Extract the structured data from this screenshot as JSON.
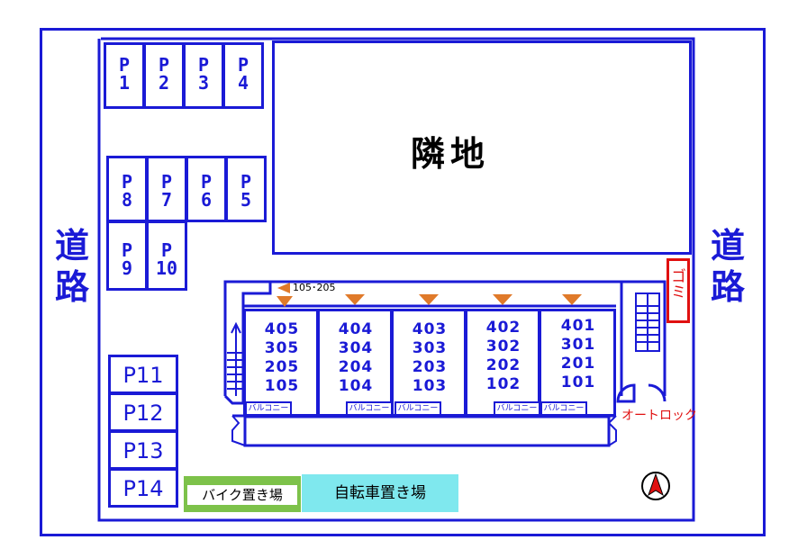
{
  "parking_top": [
    "P\n1",
    "P\n2",
    "P\n3",
    "P\n4"
  ],
  "parking_mid": [
    "P\n8",
    "P\n7",
    "P\n6",
    "P\n5"
  ],
  "parking_low": [
    "P\n9",
    "P\n10"
  ],
  "parking_left": [
    "P11",
    "P12",
    "P13",
    "P14"
  ],
  "neighbor_label": "隣地",
  "road_left": "道\n路",
  "road_right": "道\n路",
  "garbage_label": "ゴミ",
  "entrance_note": "105･205",
  "units": [
    {
      "rooms": "405\n305\n205\n105"
    },
    {
      "rooms": "404\n304\n204\n104"
    },
    {
      "rooms": "403\n303\n203\n103"
    },
    {
      "rooms": "402\n302\n202\n102"
    },
    {
      "rooms": "401\n301\n201\n101"
    }
  ],
  "balcony_label": "バルコニー",
  "autolock_label": "オートロック",
  "bike_parking_label": "バイク置き場",
  "bicycle_parking_label": "自転車置き場",
  "colors": {
    "line": "#1a1ad6",
    "marker": "#e07a2a",
    "red": "#e01010",
    "bike_bg": "#7dc24a",
    "bicycle_bg": "#7fe8ee"
  },
  "icons": [
    "stairs-icon",
    "compass-north-icon",
    "entrance-triangle-icon"
  ]
}
